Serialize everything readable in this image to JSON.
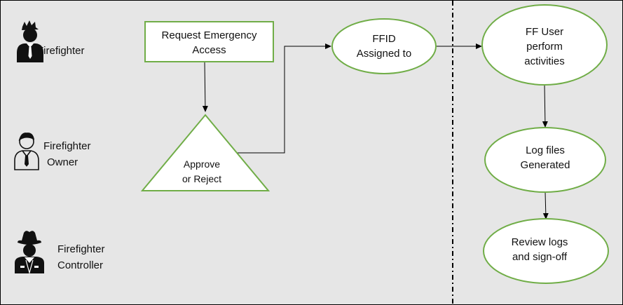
{
  "roles": [
    {
      "id": "firefighter",
      "lines": [
        "Firefighter"
      ],
      "icon": "firefighter-user-icon"
    },
    {
      "id": "firefighter-owner",
      "lines": [
        "Firefighter",
        "Owner"
      ],
      "icon": "owner-user-icon"
    },
    {
      "id": "firefighter-controller",
      "lines": [
        "Firefighter",
        "Controller"
      ],
      "icon": "controller-cowboy-icon"
    }
  ],
  "nodes": {
    "request": {
      "lines": [
        "Request Emergency",
        "Access"
      ]
    },
    "approve": {
      "lines": [
        "Approve",
        "or Reject"
      ]
    },
    "ffid": {
      "lines": [
        "FFID",
        "Assigned to"
      ]
    },
    "perform": {
      "lines": [
        "FF User",
        "perform",
        "activities"
      ]
    },
    "logs": {
      "lines": [
        "Log files",
        "Generated"
      ]
    },
    "review": {
      "lines": [
        "Review logs",
        "and sign-off"
      ]
    }
  },
  "colors": {
    "background": "#e6e6e6",
    "node_fill": "#ffffff",
    "node_stroke": "#70ad47",
    "line": "#000000"
  }
}
